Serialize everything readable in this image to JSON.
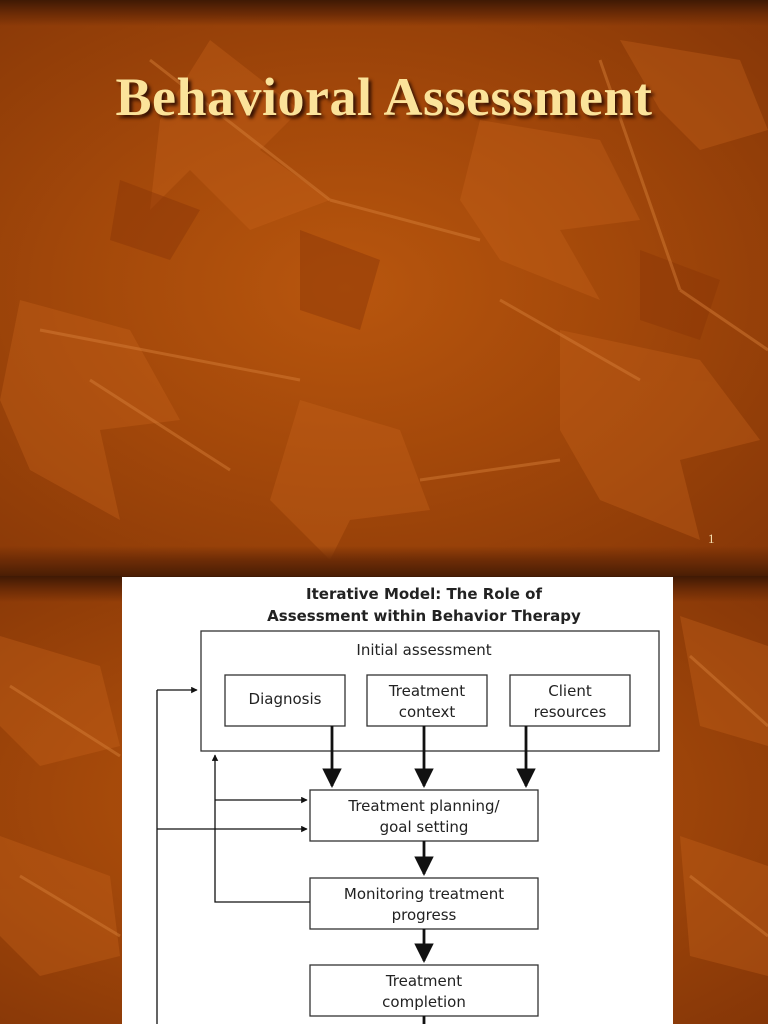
{
  "slide1": {
    "title": "Behavioral Assessment",
    "page_number": "1"
  },
  "diagram": {
    "title_line1": "Iterative Model:  The Role of",
    "title_line2": "Assessment within Behavior Therapy",
    "initial_assessment": "Initial assessment",
    "diagnosis": "Diagnosis",
    "treatment_context_line1": "Treatment",
    "treatment_context_line2": "context",
    "client_resources_line1": "Client",
    "client_resources_line2": "resources",
    "planning_line1": "Treatment planning/",
    "planning_line2": "goal setting",
    "monitoring_line1": "Monitoring treatment",
    "monitoring_line2": "progress",
    "completion_line1": "Treatment",
    "completion_line2": "completion"
  },
  "colors": {
    "background": "#a3480a",
    "title": "#fbe39a",
    "leaf": "#c7621a"
  }
}
